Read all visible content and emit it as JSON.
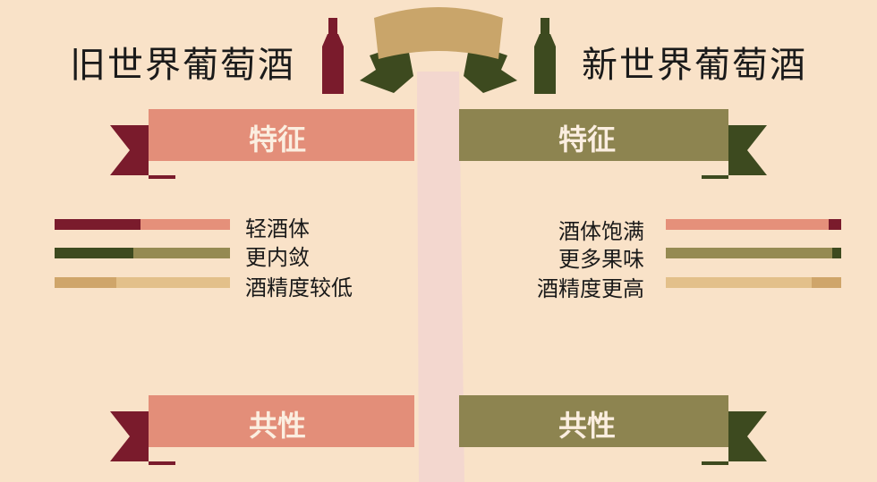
{
  "titles": {
    "old_world": "旧世界葡萄酒",
    "new_world": "新世界葡萄酒"
  },
  "sections": {
    "features": "特征",
    "commonality": "共性"
  },
  "old_world_features": [
    {
      "label": "轻酒体",
      "level": 0.49,
      "fill_color": "#7a1b2c",
      "track_color": "#e5907a"
    },
    {
      "label": "更内敛",
      "level": 0.45,
      "fill_color": "#3d4a1f",
      "track_color": "#958a52"
    },
    {
      "label": "酒精度较低",
      "level": 0.35,
      "fill_color": "#cfa56a",
      "track_color": "#e3c08a"
    }
  ],
  "new_world_features": [
    {
      "label": "酒体饱满",
      "level": 0.93,
      "fill_color": "#7a1b2c",
      "track_color": "#e5907a"
    },
    {
      "label": "更多果味",
      "level": 0.95,
      "fill_color": "#3d4a1f",
      "track_color": "#958a52"
    },
    {
      "label": "酒精度更高",
      "level": 0.83,
      "fill_color": "#cfa56a",
      "track_color": "#e3c08a"
    }
  ],
  "colors": {
    "background": "#f9e2c8",
    "old_world_ribbon": "#e38e79",
    "old_world_ribbon_tail": "#7a1b2c",
    "new_world_ribbon": "#8d8450",
    "new_world_ribbon_tail": "#3d4a1f",
    "center_banner": "#c9a56a",
    "light_beam": "#f3d7cf"
  },
  "icons": {
    "old_world_bottle": "wine-bottle-icon",
    "new_world_bottle": "wine-bottle-icon"
  }
}
